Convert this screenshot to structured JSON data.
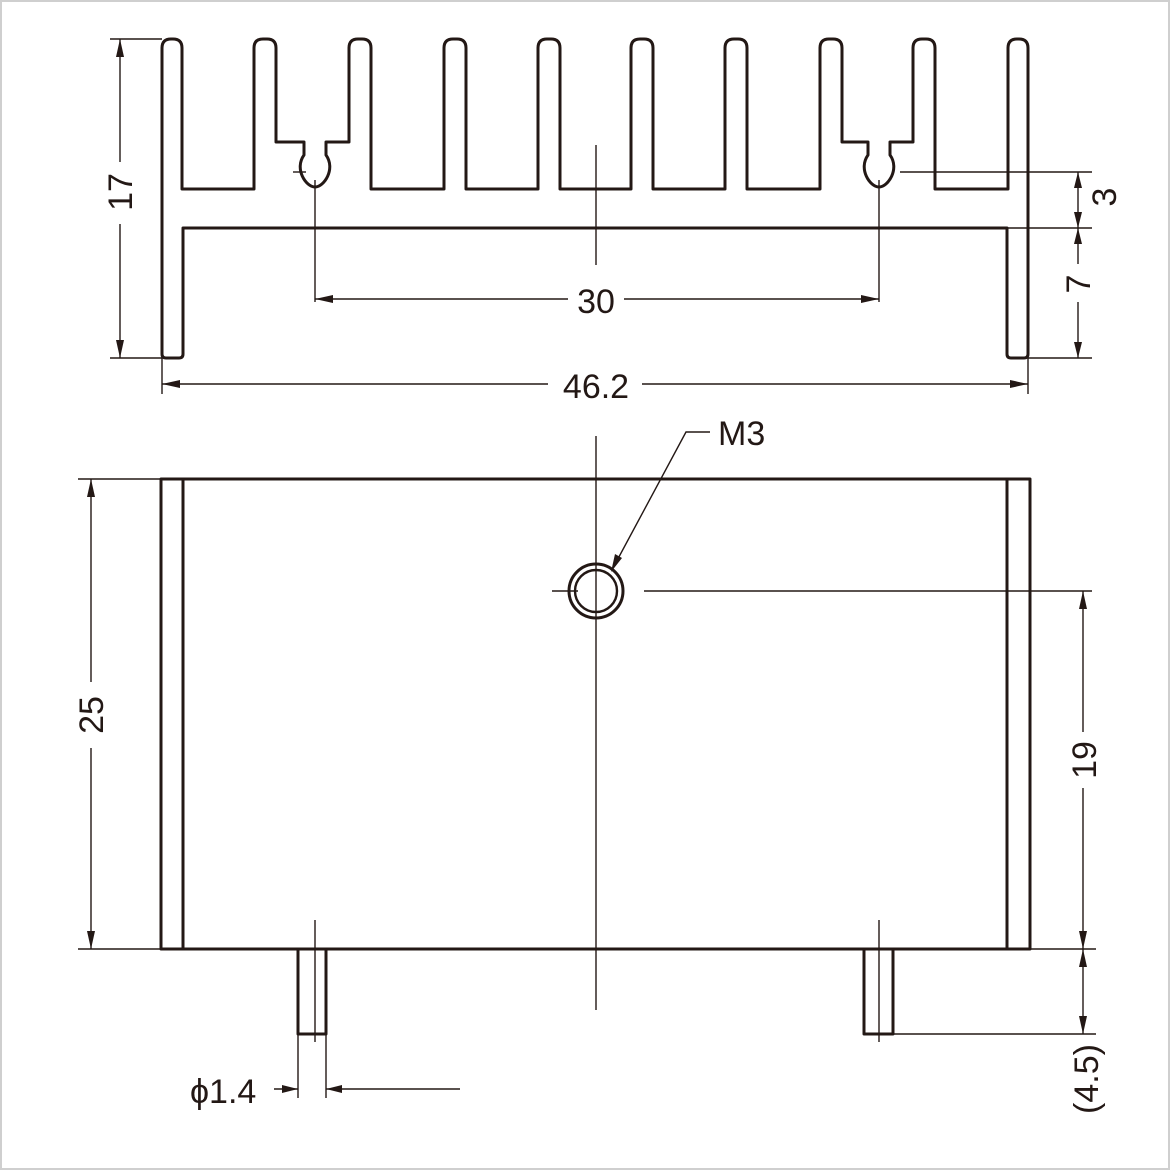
{
  "drawing": {
    "line_color": "#231815",
    "background_color": "#ffffff",
    "frame_color": "#cfcfcf"
  },
  "top_view": {
    "height_label": "17",
    "fin_step_label": "3",
    "base_label": "7",
    "hole_spacing_label": "30",
    "width_label": "46.2"
  },
  "front_view": {
    "length_label": "25",
    "hole_position_label": "19",
    "thread_label": "M3",
    "pin_diameter_label": "ϕ1.4",
    "pin_length_label": "(4.5)"
  }
}
